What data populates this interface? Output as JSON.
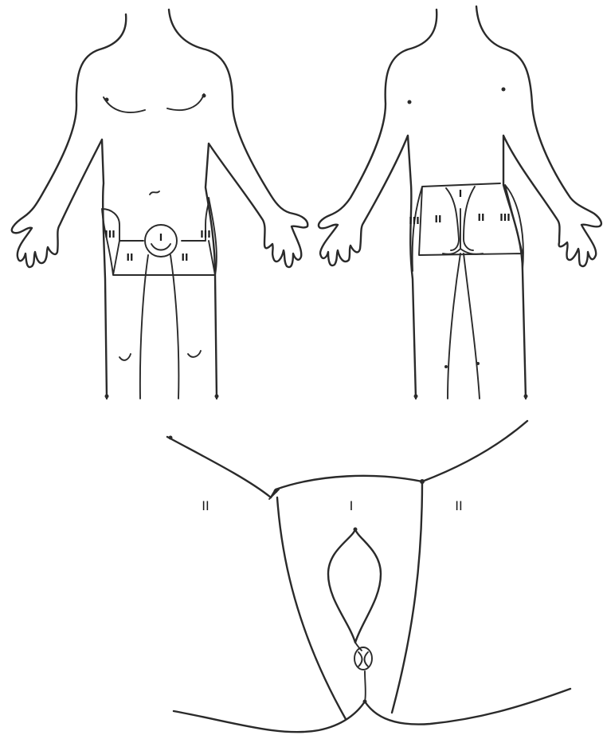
{
  "figure": {
    "front_view": {
      "zone_labels": {
        "pubic": "I",
        "groin_left": "II",
        "groin_right": "II",
        "hip_left": "III",
        "hip_right": "III"
      }
    },
    "back_view": {
      "zone_labels": {
        "sacral": "I",
        "buttock_left": "II",
        "buttock_right": "II",
        "hip_left": "III",
        "hip_right": "III"
      }
    },
    "perineal_view": {
      "zone_labels": {
        "central": "I",
        "thigh_left": "II",
        "thigh_right": "II"
      }
    }
  }
}
